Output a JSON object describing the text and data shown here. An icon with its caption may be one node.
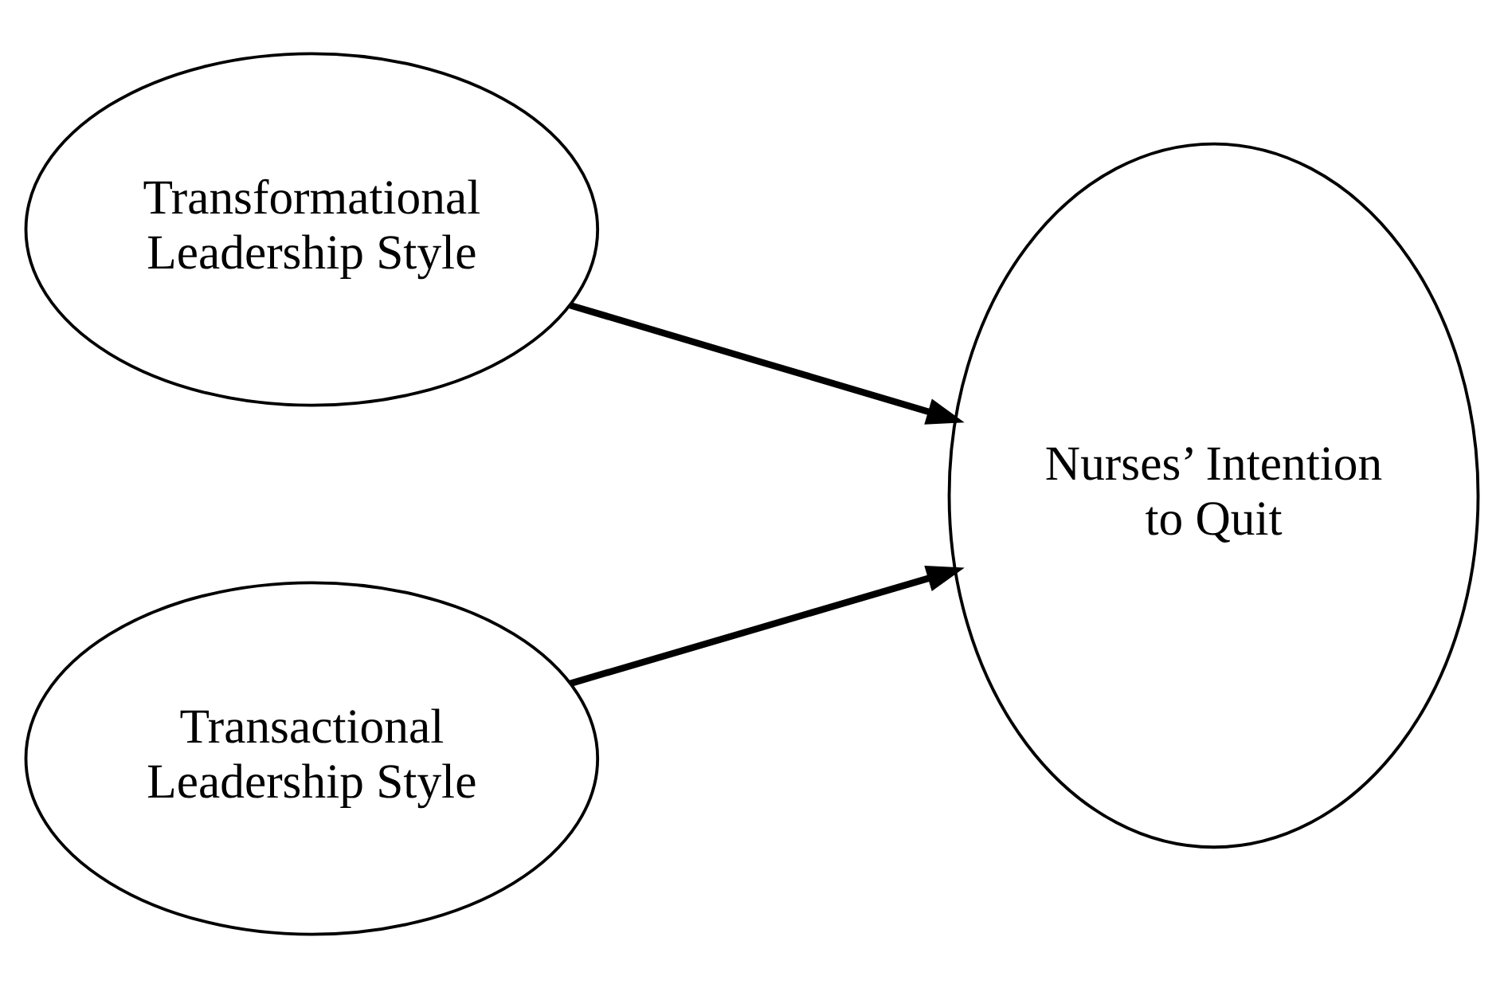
{
  "diagram": {
    "nodes": [
      {
        "text": [
          "Transformational Leadership Style"
        ]
      },
      {
        "text": [
          "Transactional Leadership Style"
        ]
      },
      {
        "text": [
          "Nurses’ Intention to Quit"
        ]
      }
    ],
    "edges": [
      {
        "from": 0,
        "to": 2,
        "arrow": "to"
      },
      {
        "from": 1,
        "to": 2,
        "arrow": "to"
      }
    ]
  }
}
